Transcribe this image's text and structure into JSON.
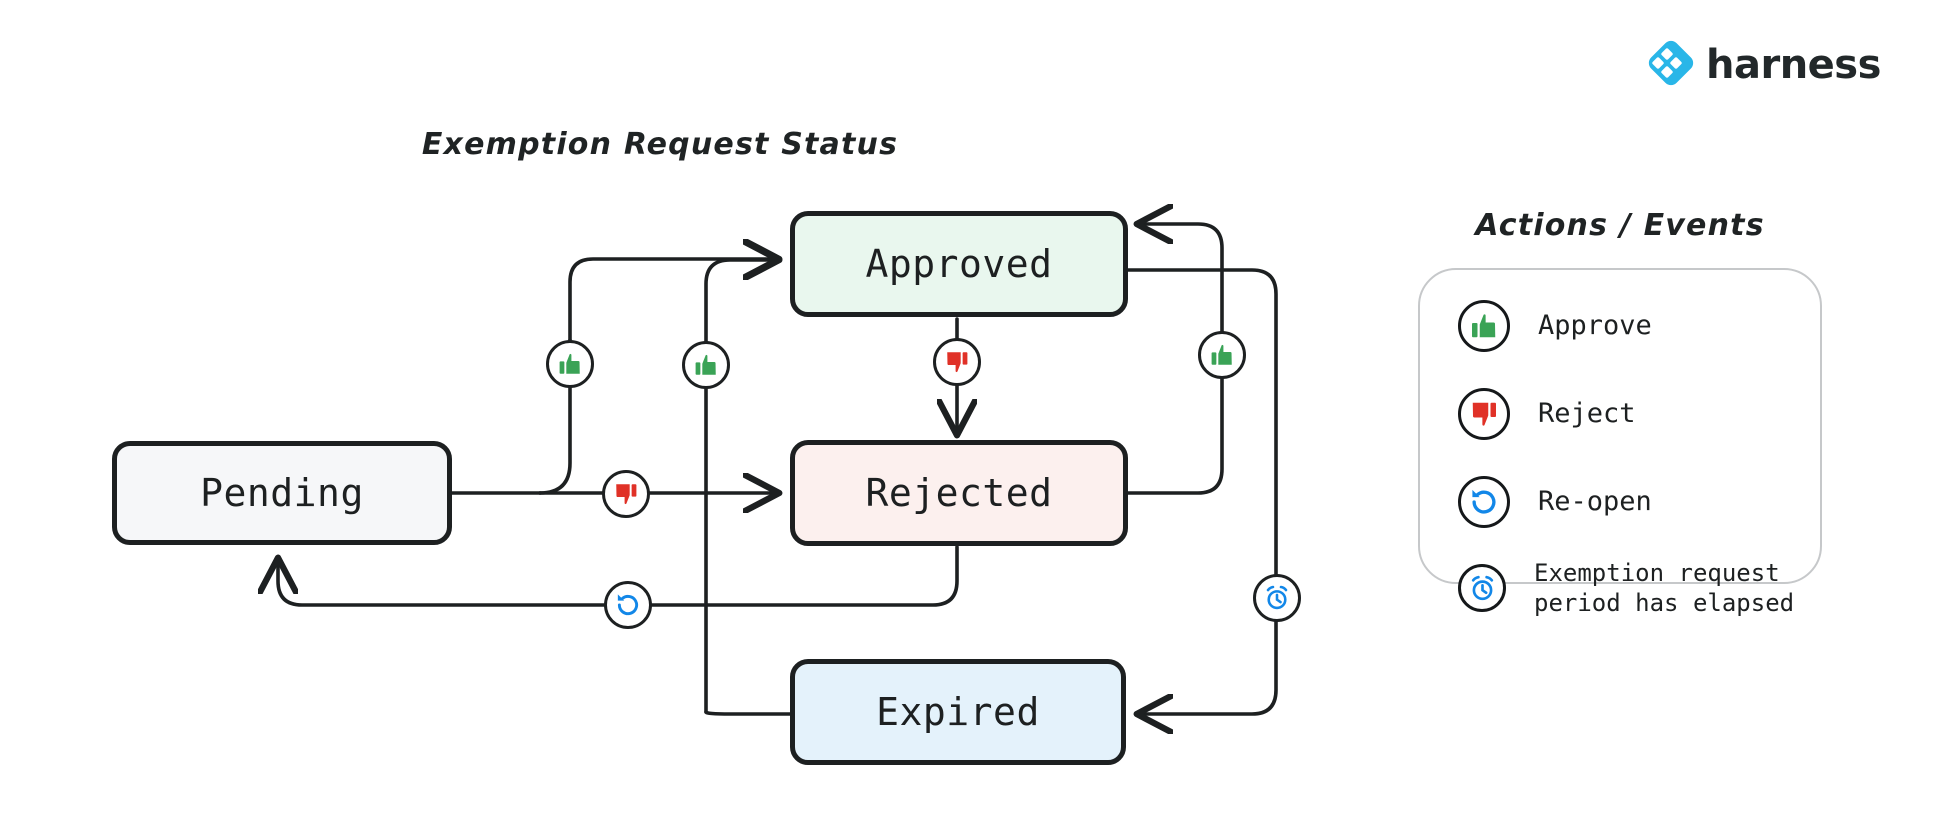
{
  "brand": {
    "name": "harness",
    "logo_icon": "harness-diamond-logo",
    "logo_color": "#29b6e8",
    "wordmark_color": "#22282a"
  },
  "diagram": {
    "title": "Exemption Request Status",
    "type": "state-machine-diagram",
    "states": [
      {
        "id": "pending",
        "label": "Pending",
        "fill": "#f6f7f9",
        "border": "#1d2021"
      },
      {
        "id": "approved",
        "label": "Approved",
        "fill": "#e9f7ee",
        "border": "#1d2021"
      },
      {
        "id": "rejected",
        "label": "Rejected",
        "fill": "#fcf0ee",
        "border": "#1d2021"
      },
      {
        "id": "expired",
        "label": "Expired",
        "fill": "#e4f2fb",
        "border": "#1d2021"
      }
    ],
    "transitions": [
      {
        "from": "pending",
        "to": "approved",
        "action": "approve",
        "icon": "thumbs-up-icon"
      },
      {
        "from": "pending",
        "to": "rejected",
        "action": "reject",
        "icon": "thumbs-down-icon"
      },
      {
        "from": "approved",
        "to": "rejected",
        "action": "reject",
        "icon": "thumbs-down-icon"
      },
      {
        "from": "rejected",
        "to": "approved",
        "action": "approve",
        "icon": "thumbs-up-icon"
      },
      {
        "from": "expired",
        "to": "approved",
        "action": "approve",
        "icon": "thumbs-up-icon"
      },
      {
        "from": "approved",
        "to": "expired",
        "action": "elapsed",
        "icon": "alarm-clock-icon"
      },
      {
        "from": "rejected",
        "to": "pending",
        "action": "re-open",
        "icon": "reopen-icon"
      }
    ]
  },
  "legend": {
    "title": "Actions / Events",
    "items": [
      {
        "icon": "thumbs-up-icon",
        "label": "Approve",
        "color": "#3aa356"
      },
      {
        "icon": "thumbs-down-icon",
        "label": "Reject",
        "color": "#e03127"
      },
      {
        "icon": "reopen-icon",
        "label": "Re-open",
        "color": "#1287e8"
      },
      {
        "icon": "alarm-clock-icon",
        "label": "Exemption request\nperiod has elapsed",
        "color": "#1287e8"
      }
    ]
  }
}
